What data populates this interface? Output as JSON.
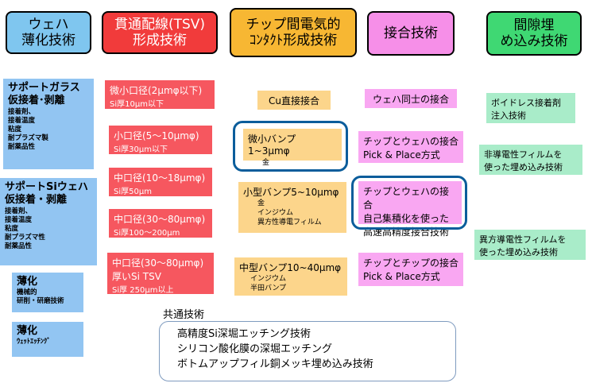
{
  "headers": [
    {
      "lines": [
        "ウェハ",
        "薄化技術"
      ]
    },
    {
      "lines": [
        "貫通配線(TSV)",
        "形成技術"
      ]
    },
    {
      "lines": [
        "チップ間電気的",
        "ｺﾝﾀｸﾄ形成技術"
      ]
    },
    {
      "lines": [
        "接合技術"
      ]
    },
    {
      "lines": [
        "間隙埋",
        "め込み技術"
      ]
    }
  ],
  "thinning": [
    {
      "title": [
        "サポートガラス",
        "仮接着･剥離"
      ],
      "details": [
        "接着剤、",
        "接着温度",
        "粘度",
        "耐プラズマ製",
        "耐薬品性"
      ]
    },
    {
      "title": [
        "サポートSiウェハ",
        "仮接着・剥離"
      ],
      "details": [
        "接着剤、",
        "接着温度",
        "粘度",
        "耐プラズマ性",
        "耐薬品性"
      ]
    },
    {
      "title": [
        "薄化"
      ],
      "details": [
        "機械的",
        "研削・研磨技術"
      ]
    },
    {
      "title": [
        "薄化"
      ],
      "details": [
        "ｳｪｯﾄｴｯﾁﾝｸﾞ"
      ]
    }
  ],
  "tsv": [
    {
      "main": [
        "微小口径(2μmφ以下)"
      ],
      "sub": "Si厚10μm以下"
    },
    {
      "main": [
        "小口径(5～10μmφ)"
      ],
      "sub": "Si厚30μm以下"
    },
    {
      "main": [
        "中口径(10～18μmφ)"
      ],
      "sub": "Si厚50μm"
    },
    {
      "main": [
        "中口径(30～80μmφ)"
      ],
      "sub": "Si厚100～200μm"
    },
    {
      "main": [
        "中口径(30～80μmφ)",
        "厚いSi  TSV"
      ],
      "sub": "Si厚  250μm以上"
    }
  ],
  "contact": [
    {
      "main": "Cu直接接合",
      "details": []
    },
    {
      "main": "微小バンプ1~3μmφ",
      "details": [
        "金"
      ]
    },
    {
      "main": "小型バンプ5~10μmφ",
      "details": [
        "金",
        "インジウム",
        "異方性導電フィルム"
      ]
    },
    {
      "main": "中型バンプ10~40μmφ",
      "details": [
        "インジウム",
        "半田バンプ"
      ]
    }
  ],
  "bonding": [
    {
      "lines": [
        "ウェハ同士の接合"
      ]
    },
    {
      "lines": [
        "チップとウェハの接合",
        "Pick & Place方式"
      ]
    },
    {
      "lines": [
        "チップとウェハの接合",
        "自己集積化を使った",
        "高速高精度接合技術"
      ]
    },
    {
      "lines": [
        "チップとチップの接合",
        "Pick & Place方式"
      ]
    }
  ],
  "gap_fill": [
    {
      "lines": [
        "ボイドレス接着剤",
        "注入技術"
      ]
    },
    {
      "lines": [
        "非導電性フィルムを",
        "使った埋め込み技術"
      ]
    },
    {
      "lines": [
        "異方導電性フィルムを",
        "使った埋め込み技術"
      ]
    }
  ],
  "common": {
    "title": "共通技術",
    "items": [
      "高精度Si深堀エッチング技術",
      "シリコン酸化膜の深堀エッチング",
      "ボトムアップフィル銅メッキ埋め込み技術"
    ]
  },
  "colors": {
    "header_blue": "#7fc6ef",
    "header_red": "#f13b3b",
    "header_yellow": "#f7b733",
    "header_pink": "#f68fe8",
    "header_green": "#3fd873",
    "highlight_outline": "#0b5d9b"
  }
}
